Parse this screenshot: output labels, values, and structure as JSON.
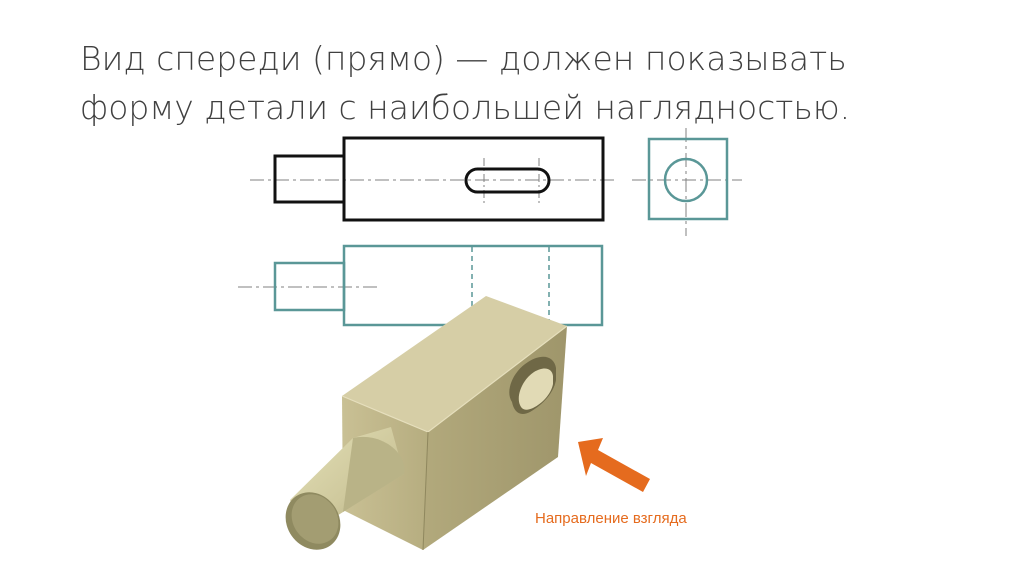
{
  "slide": {
    "title_line1": "Вид спереди (прямо) — должен показывать",
    "title_line2": "форму детали с наибольшей наглядностью.",
    "view_direction_label": "Направление взгляда"
  },
  "colors": {
    "front_view_outline": "#111111",
    "other_views_outline": "#5a9797",
    "center_line": "#808080",
    "part_body": "#c8bf92",
    "shaft": "#d2cfa4",
    "arrow": "#e56b1e",
    "title_text": "#404040"
  }
}
